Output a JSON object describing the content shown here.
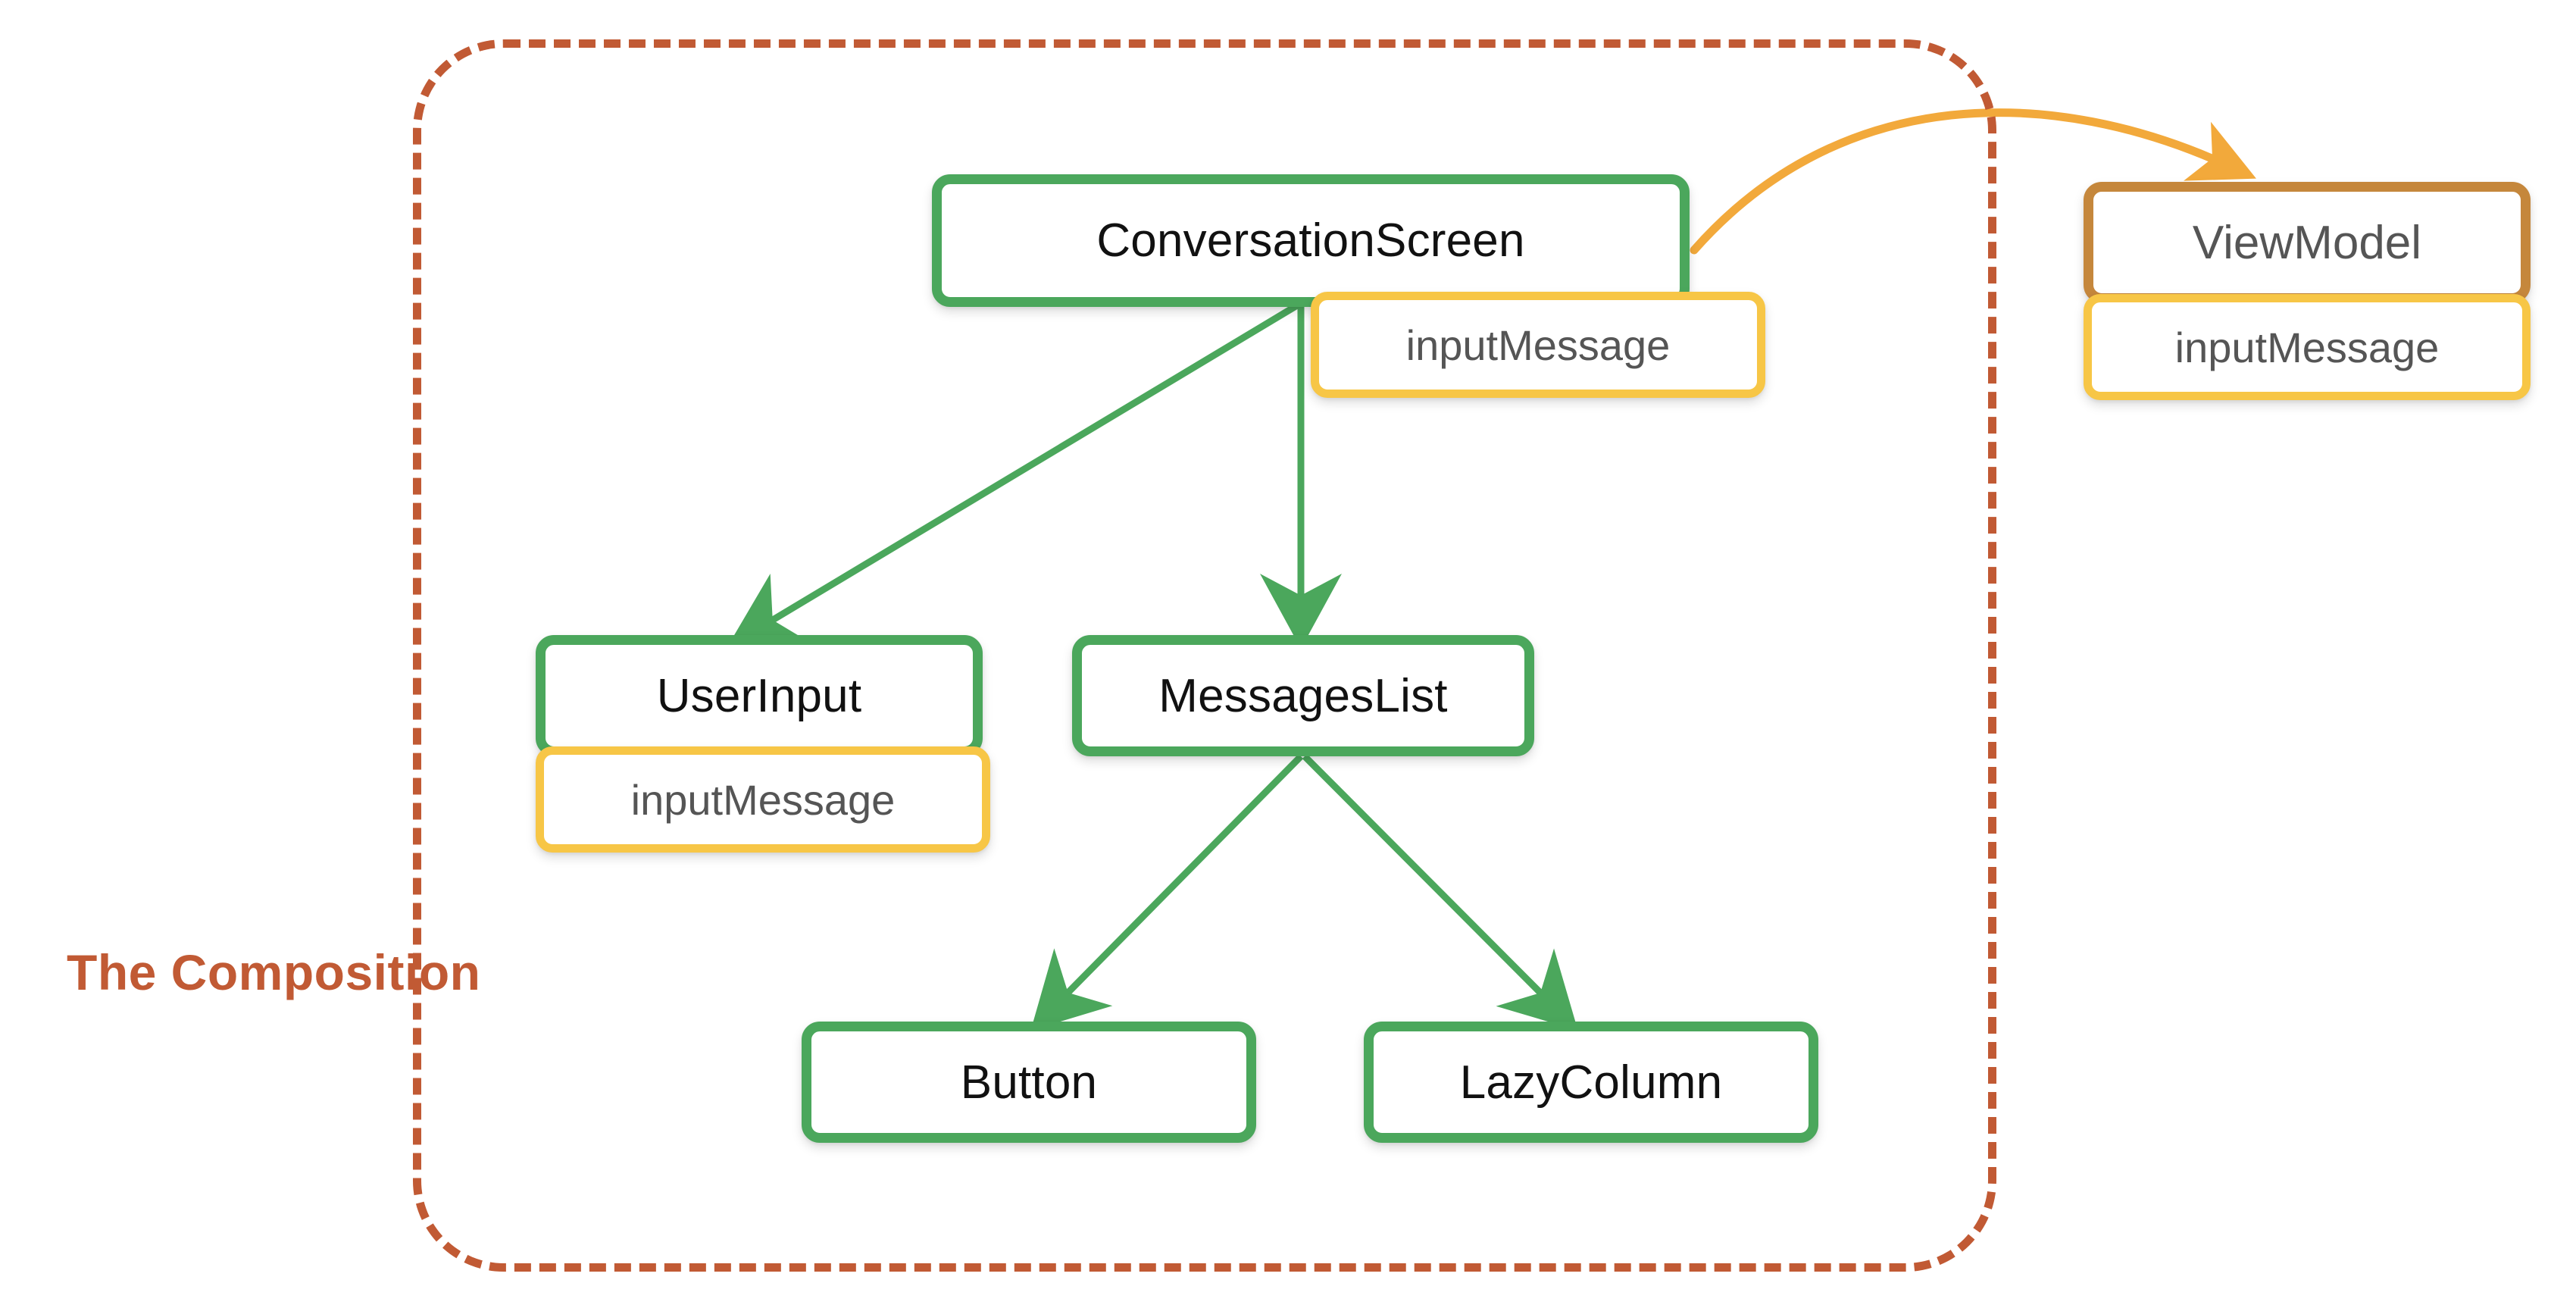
{
  "diagram": {
    "title_label": "The Composition",
    "boundary": {
      "name": "the-composition",
      "style": "dashed",
      "color": "#C15A34"
    },
    "colors": {
      "composable_border": "#4BA75C",
      "state_border": "#F7C646",
      "viewmodel_border": "#C5873C",
      "boundary": "#C15A34",
      "event_arrow": "#F2A93B",
      "tree_arrow": "#4BA75C",
      "node_text": "#111111",
      "state_text": "#555555",
      "canvas": "#FFFFFF"
    },
    "nodes": [
      {
        "id": "conversation-screen",
        "label": "ConversationScreen",
        "kind": "composable"
      },
      {
        "id": "conversation-screen-state",
        "label": "inputMessage",
        "kind": "state"
      },
      {
        "id": "user-input",
        "label": "UserInput",
        "kind": "composable"
      },
      {
        "id": "user-input-state",
        "label": "inputMessage",
        "kind": "state"
      },
      {
        "id": "messages-list",
        "label": "MessagesList",
        "kind": "composable"
      },
      {
        "id": "button",
        "label": "Button",
        "kind": "composable"
      },
      {
        "id": "lazy-column",
        "label": "LazyColumn",
        "kind": "composable"
      },
      {
        "id": "view-model",
        "label": "ViewModel",
        "kind": "viewmodel"
      },
      {
        "id": "view-model-state",
        "label": "inputMessage",
        "kind": "state"
      }
    ],
    "edges": [
      {
        "from": "conversation-screen",
        "to": "user-input",
        "kind": "composition"
      },
      {
        "from": "conversation-screen",
        "to": "messages-list",
        "kind": "composition"
      },
      {
        "from": "messages-list",
        "to": "button",
        "kind": "composition"
      },
      {
        "from": "messages-list",
        "to": "lazy-column",
        "kind": "composition"
      },
      {
        "from": "conversation-screen",
        "to": "view-model",
        "kind": "event"
      }
    ]
  }
}
